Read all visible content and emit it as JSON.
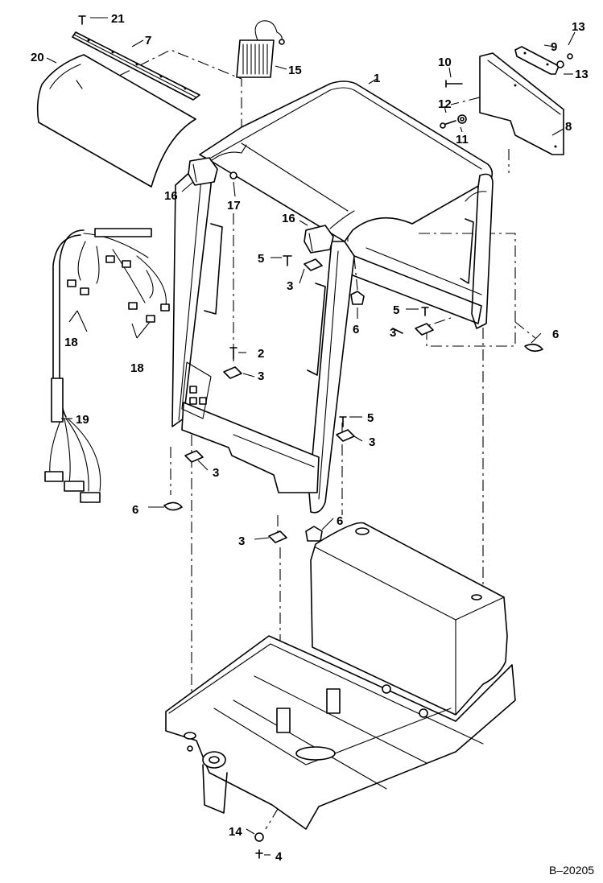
{
  "diagram": {
    "reference_code": "B–20205",
    "parts": [
      {
        "id": "p1",
        "label": "1"
      },
      {
        "id": "p2",
        "label": "2"
      },
      {
        "id": "p3a",
        "label": "3"
      },
      {
        "id": "p3b",
        "label": "3"
      },
      {
        "id": "p3c",
        "label": "3"
      },
      {
        "id": "p3d",
        "label": "3"
      },
      {
        "id": "p3e",
        "label": "3"
      },
      {
        "id": "p3f",
        "label": "3"
      },
      {
        "id": "p4",
        "label": "4"
      },
      {
        "id": "p5a",
        "label": "5"
      },
      {
        "id": "p5b",
        "label": "5"
      },
      {
        "id": "p5c",
        "label": "5"
      },
      {
        "id": "p6a",
        "label": "6"
      },
      {
        "id": "p6b",
        "label": "6"
      },
      {
        "id": "p6c",
        "label": "6"
      },
      {
        "id": "p6d",
        "label": "6"
      },
      {
        "id": "p7",
        "label": "7"
      },
      {
        "id": "p8",
        "label": "8"
      },
      {
        "id": "p9",
        "label": "9"
      },
      {
        "id": "p10",
        "label": "10"
      },
      {
        "id": "p11",
        "label": "11"
      },
      {
        "id": "p12",
        "label": "12"
      },
      {
        "id": "p13a",
        "label": "13"
      },
      {
        "id": "p13b",
        "label": "13"
      },
      {
        "id": "p14",
        "label": "14"
      },
      {
        "id": "p15",
        "label": "15"
      },
      {
        "id": "p16a",
        "label": "16"
      },
      {
        "id": "p16b",
        "label": "16"
      },
      {
        "id": "p17",
        "label": "17"
      },
      {
        "id": "p18a",
        "label": "18"
      },
      {
        "id": "p18b",
        "label": "18"
      },
      {
        "id": "p19",
        "label": "19"
      },
      {
        "id": "p20",
        "label": "20"
      },
      {
        "id": "p21",
        "label": "21"
      }
    ]
  }
}
